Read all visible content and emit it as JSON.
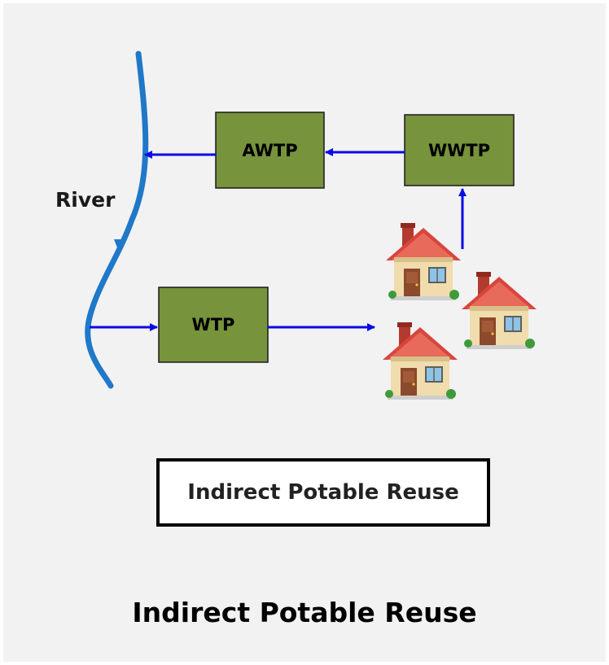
{
  "diagram": {
    "river_label": "River",
    "nodes": {
      "awtp": "AWTP",
      "wwtp": "WWTP",
      "wtp": "WTP"
    },
    "houses_icon": "house-icon",
    "caption": "Indirect Potable Reuse"
  },
  "title": "Indirect Potable Reuse",
  "colors": {
    "river": "#1f78c8",
    "arrow": "#0a0ae6",
    "node_fill": "#77933c",
    "node_stroke": "#1a1a1a",
    "roof": "#d8453e",
    "wall": "#f1dcae",
    "background": "#f2f2f2"
  }
}
